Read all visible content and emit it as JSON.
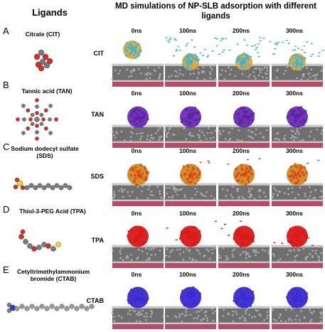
{
  "headings": {
    "ligands": "Ligands",
    "main": "MD simulations of NP-SLB adsorption with different ligands"
  },
  "times": [
    "0ns",
    "100ns",
    "200ns",
    "300ns"
  ],
  "rows": [
    {
      "letter": "A",
      "ligand_name": "Citrate (CIT)",
      "label": "CIT",
      "np_color": "#e3a53a",
      "ligand_color": "#35b7d6"
    },
    {
      "letter": "B",
      "ligand_name": "Tannic acid (TAN)",
      "label": "TAN",
      "np_color": "#6a2ab3",
      "ligand_color": "#5a23a0"
    },
    {
      "letter": "C",
      "ligand_name": "Sodium dodecyl sulfate (SDS)",
      "label": "SDS",
      "np_color": "#d4861f",
      "ligand_color": "#d24a1a"
    },
    {
      "letter": "D",
      "ligand_name": "Thiol-3-PEG Acid (TPA)",
      "label": "TPA",
      "np_color": "#d81818",
      "ligand_color": "#d81818"
    },
    {
      "letter": "E",
      "ligand_name": "Cetyltrimethylammonium bromide (CTAB)",
      "label": "CTAB",
      "np_color": "#3a2ad0",
      "ligand_color": "#3a2ad0"
    }
  ],
  "colors": {
    "bilayer": "#8a8a8a",
    "support": "#b84a6a",
    "atom_oxygen": "#d0302a",
    "atom_carbon": "#7a7a7a",
    "atom_sulfur": "#e8d62a",
    "atom_nitrogen": "#2a3ad0"
  }
}
